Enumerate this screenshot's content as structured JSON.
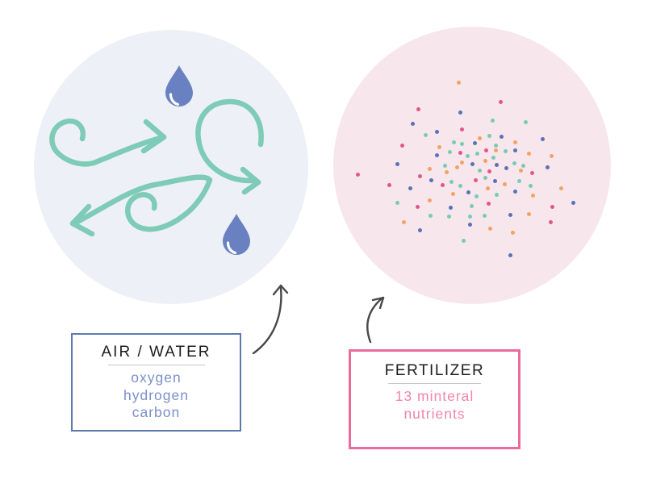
{
  "air_water": {
    "title": "AIR / WATER",
    "items": [
      "oxygen",
      "hydrogen",
      "carbon"
    ]
  },
  "fertilizer": {
    "title": "FERTILIZER",
    "subtitle": "13 minteral nutrients"
  },
  "icons": {
    "wind_swirl": "curved wind flow arrow",
    "wind_loop": "circular wind loop arrow",
    "water_droplet": "raindrop",
    "pointer_arrow": "hand-drawn curved pointer arrow"
  },
  "colors": {
    "page_bg": "#ffffff",
    "air_circle": "#edf1f7",
    "fertilizer_circle": "#f7e7ed",
    "wind_teal": "#7ecbb7",
    "droplet_blue": "#6a81c1",
    "pointer_gray": "#47484a",
    "air_box_border": "#5d7aad",
    "air_text": "#7b90c9",
    "fertilizer_box_border": "#ec6b9d",
    "fertilizer_text": "#f383ac",
    "title_text": "#1d1d1f",
    "divider_gray": "#c6c6c6"
  },
  "dot_colors": {
    "p": "#e4568b",
    "o": "#f2a263",
    "t": "#79cab4",
    "b": "#5a72b6"
  },
  "dots": [
    [
      568,
      102,
      "o"
    ],
    [
      620,
      126,
      "p"
    ],
    [
      518,
      135,
      "p"
    ],
    [
      570,
      139,
      "b"
    ],
    [
      610,
      149,
      "t"
    ],
    [
      651,
      151,
      "t"
    ],
    [
      511,
      153,
      "b"
    ],
    [
      541,
      163,
      "b"
    ],
    [
      572,
      160,
      "p"
    ],
    [
      527,
      167,
      "t"
    ],
    [
      621,
      169,
      "b"
    ],
    [
      606,
      168,
      "t"
    ],
    [
      672,
      172,
      "b"
    ],
    [
      594,
      171,
      "o"
    ],
    [
      638,
      176,
      "o"
    ],
    [
      562,
      176,
      "t"
    ],
    [
      498,
      180,
      "p"
    ],
    [
      588,
      177,
      "b"
    ],
    [
      572,
      178,
      "t"
    ],
    [
      614,
      180,
      "t"
    ],
    [
      544,
      182,
      "o"
    ],
    [
      602,
      186,
      "p"
    ],
    [
      614,
      186,
      "o"
    ],
    [
      626,
      187,
      "t"
    ],
    [
      638,
      186,
      "b"
    ],
    [
      655,
      190,
      "o"
    ],
    [
      557,
      188,
      "t"
    ],
    [
      541,
      192,
      "b"
    ],
    [
      570,
      189,
      "p"
    ],
    [
      591,
      190,
      "t"
    ],
    [
      579,
      193,
      "t"
    ],
    [
      683,
      193,
      "o"
    ],
    [
      492,
      203,
      "b"
    ],
    [
      611,
      195,
      "t"
    ],
    [
      601,
      199,
      "o"
    ],
    [
      615,
      204,
      "b"
    ],
    [
      637,
      202,
      "t"
    ],
    [
      572,
      201,
      "o"
    ],
    [
      551,
      205,
      "t"
    ],
    [
      585,
      203,
      "b"
    ],
    [
      606,
      212,
      "p"
    ],
    [
      627,
      208,
      "b"
    ],
    [
      648,
      205,
      "t"
    ],
    [
      678,
      207,
      "b"
    ],
    [
      566,
      207,
      "o"
    ],
    [
      594,
      211,
      "t"
    ],
    [
      645,
      211,
      "o"
    ],
    [
      443,
      216,
      "p"
    ],
    [
      532,
      209,
      "o"
    ],
    [
      520,
      218,
      "p"
    ],
    [
      553,
      213,
      "o"
    ],
    [
      659,
      214,
      "p"
    ],
    [
      534,
      223,
      "b"
    ],
    [
      559,
      225,
      "t"
    ],
    [
      589,
      223,
      "p"
    ],
    [
      601,
      220,
      "t"
    ],
    [
      613,
      224,
      "b"
    ],
    [
      625,
      228,
      "o"
    ],
    [
      643,
      224,
      "t"
    ],
    [
      657,
      230,
      "t"
    ],
    [
      482,
      229,
      "p"
    ],
    [
      508,
      233,
      "b"
    ],
    [
      548,
      229,
      "p"
    ],
    [
      570,
      230,
      "t"
    ],
    [
      604,
      233,
      "o"
    ],
    [
      695,
      233,
      "o"
    ],
    [
      638,
      237,
      "b"
    ],
    [
      660,
      242,
      "o"
    ],
    [
      580,
      238,
      "b"
    ],
    [
      590,
      243,
      "t"
    ],
    [
      561,
      240,
      "o"
    ],
    [
      615,
      241,
      "t"
    ],
    [
      710,
      251,
      "b"
    ],
    [
      492,
      251,
      "t"
    ],
    [
      605,
      252,
      "p"
    ],
    [
      517,
      256,
      "p"
    ],
    [
      558,
      257,
      "b"
    ],
    [
      584,
      255,
      "t"
    ],
    [
      684,
      256,
      "p"
    ],
    [
      532,
      248,
      "o"
    ],
    [
      533,
      267,
      "t"
    ],
    [
      556,
      268,
      "t"
    ],
    [
      582,
      268,
      "t"
    ],
    [
      600,
      267,
      "t"
    ],
    [
      632,
      266,
      "b"
    ],
    [
      655,
      265,
      "o"
    ],
    [
      682,
      275,
      "p"
    ],
    [
      500,
      275,
      "o"
    ],
    [
      582,
      278,
      "b"
    ],
    [
      607,
      283,
      "o"
    ],
    [
      520,
      285,
      "b"
    ],
    [
      635,
      288,
      "o"
    ],
    [
      574,
      298,
      "t"
    ],
    [
      632,
      316,
      "b"
    ]
  ]
}
